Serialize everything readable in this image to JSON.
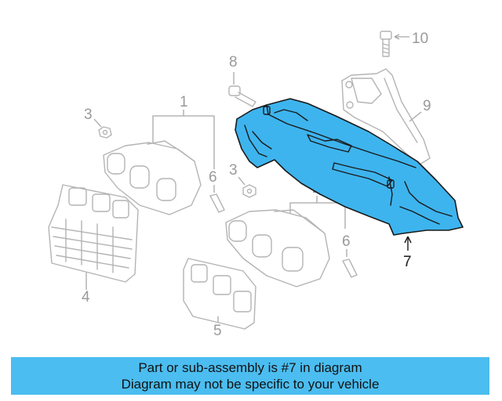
{
  "diagram": {
    "highlight_color": "#3db4ee",
    "muted_color": "#b4b4b4",
    "callouts": [
      {
        "id": "1",
        "label": "1"
      },
      {
        "id": "2",
        "label": "2"
      },
      {
        "id": "3a",
        "label": "3"
      },
      {
        "id": "3b",
        "label": "3"
      },
      {
        "id": "4",
        "label": "4"
      },
      {
        "id": "5",
        "label": "5"
      },
      {
        "id": "6a",
        "label": "6"
      },
      {
        "id": "6b",
        "label": "6"
      },
      {
        "id": "7",
        "label": "7"
      },
      {
        "id": "8",
        "label": "8"
      },
      {
        "id": "9",
        "label": "9"
      },
      {
        "id": "10",
        "label": "10"
      }
    ]
  },
  "banner": {
    "background": "#4bbdf0",
    "line1": "Part or sub-assembly is #7 in diagram",
    "line2": "Diagram may not be specific to your vehicle"
  }
}
